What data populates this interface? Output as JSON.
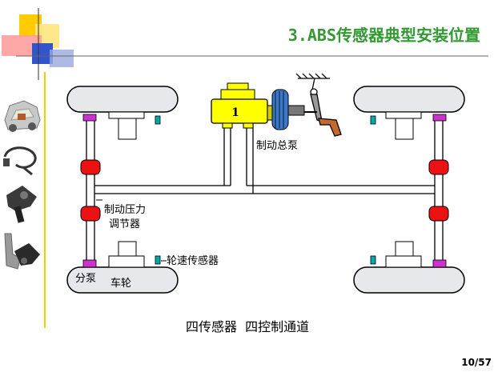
{
  "slide": {
    "title": "3.ABS传感器典型安装位置",
    "page_number": "10/57"
  },
  "diagram": {
    "master_cylinder_number": "1",
    "label_master_cylinder": "制动总泵",
    "label_regulator_line1": "制动压力",
    "label_regulator_line2": "调节器",
    "label_wheel_speed_sensor": "轮速传感器",
    "label_wheel_cylinder": "分泵",
    "label_wheel": "车轮",
    "caption": "四传感器  四控制通道"
  }
}
